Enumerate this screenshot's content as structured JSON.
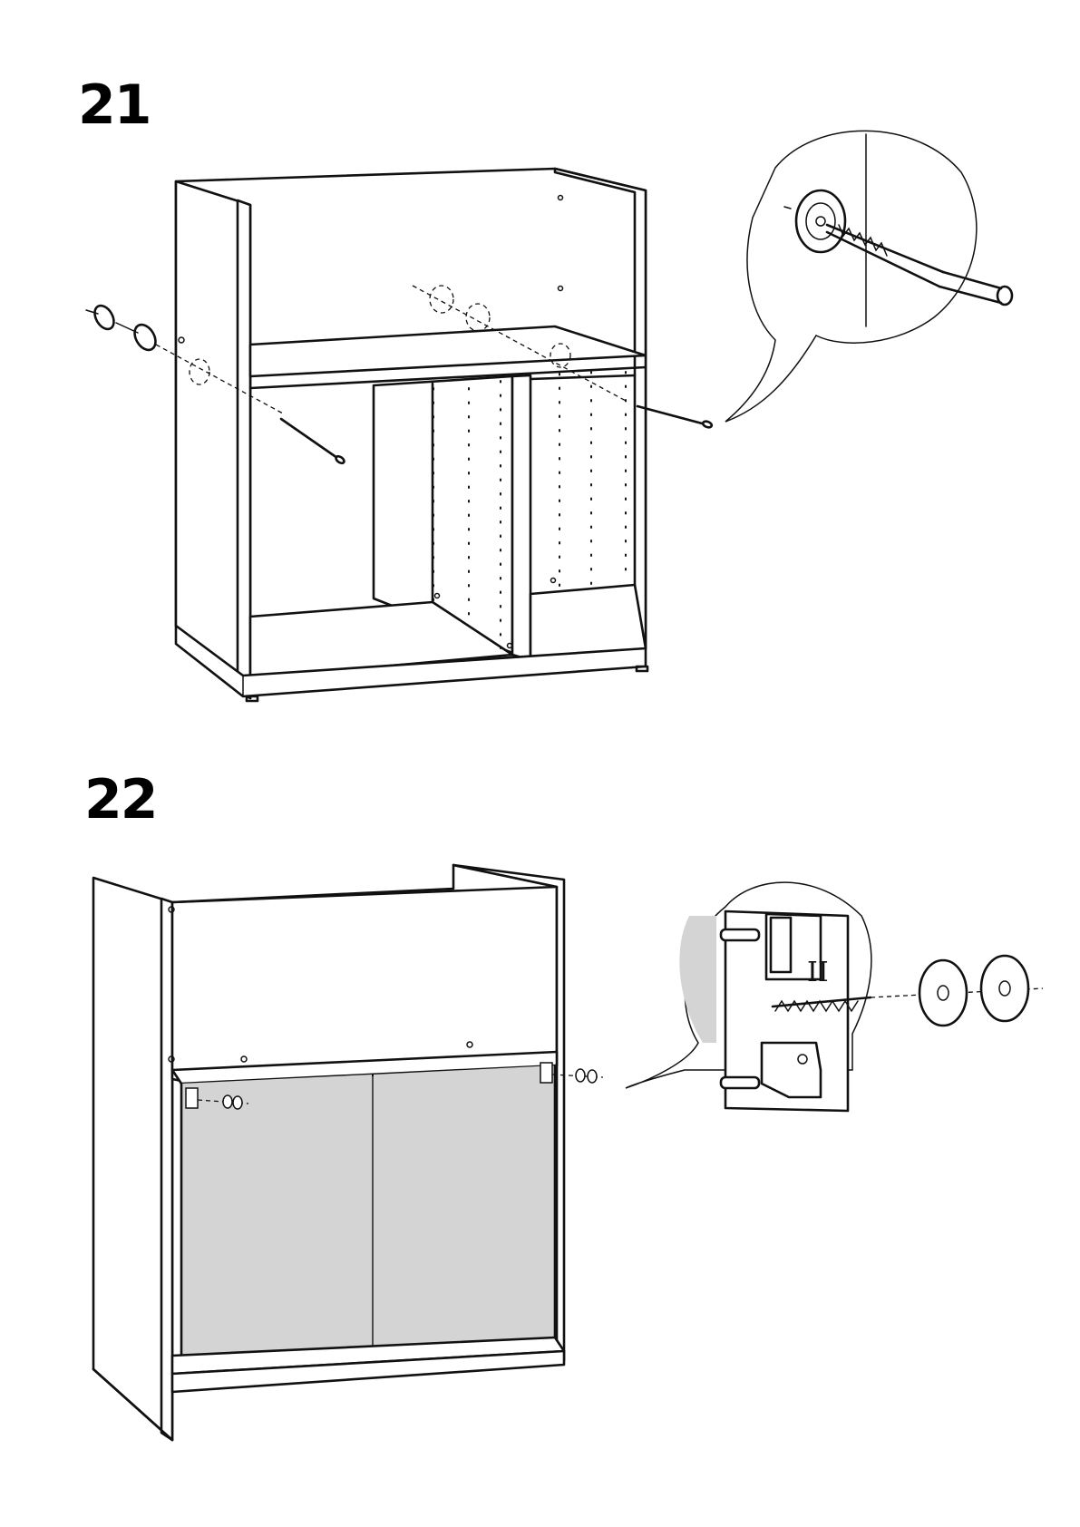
{
  "steps": [
    {
      "number": "21"
    },
    {
      "number": "22"
    }
  ],
  "detail_marks": {
    "step22_roman_numeral": "II"
  },
  "colors": {
    "line": "#111111",
    "panel_fill": "#d4d4d4",
    "background": "#ffffff"
  },
  "icons": [
    "screw-icon",
    "cam-lock-icon",
    "spacer-icon",
    "magnifier-callout-icon"
  ]
}
